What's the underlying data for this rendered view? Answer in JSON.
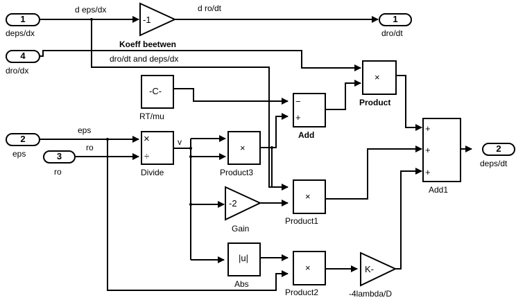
{
  "diagram": {
    "inports": [
      {
        "id": "in1",
        "number": "1",
        "name": "deps/dx"
      },
      {
        "id": "in4",
        "number": "4",
        "name": "dro/dx"
      },
      {
        "id": "in2",
        "number": "2",
        "name": "eps"
      },
      {
        "id": "in3",
        "number": "3",
        "name": "ro"
      }
    ],
    "outports": [
      {
        "id": "out1",
        "number": "1",
        "name": "dro/dt"
      },
      {
        "id": "out2",
        "number": "2",
        "name": "deps/dt"
      }
    ],
    "blocks": {
      "gain_neg1": {
        "name": "Koeff beetwen dro/dt and deps/dx",
        "name_line1": "Koeff beetwen",
        "name_line2": "dro/dt and deps/dx",
        "symbol": "-1"
      },
      "const": {
        "name": "RT/mu",
        "symbol": "-C-"
      },
      "add": {
        "name": "Add",
        "signs": [
          "−",
          "+"
        ]
      },
      "product": {
        "name": "Product",
        "symbol": "×"
      },
      "divide": {
        "name": "Divide",
        "symbol_top": "×",
        "symbol_bottom": "÷"
      },
      "product3": {
        "name": "Product3",
        "symbol": "×"
      },
      "gain": {
        "name": "Gain",
        "symbol": "-2"
      },
      "product1": {
        "name": "Product1",
        "symbol": "×"
      },
      "abs": {
        "name": "Abs",
        "symbol": "|u|"
      },
      "product2": {
        "name": "Product2",
        "symbol": "×"
      },
      "gain_k": {
        "name": "-4lambda/D",
        "symbol": "K-"
      },
      "add1": {
        "name": "Add1",
        "signs": [
          "+",
          "+",
          "+"
        ]
      }
    },
    "signals": {
      "deps_dx": "d eps/dx",
      "dro_dt": "d ro/dt",
      "eps": "eps",
      "ro": "ro",
      "v": "v"
    }
  }
}
